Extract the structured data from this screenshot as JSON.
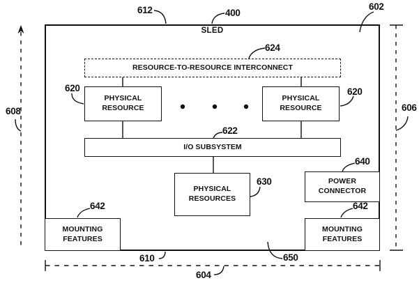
{
  "diagram": {
    "title": "SLED",
    "boxes": {
      "interconnect": {
        "label": "RESOURCE-TO-RESOURCE INTERCONNECT",
        "ref": "624"
      },
      "physical_resource_left": {
        "label": "PHYSICAL\nRESOURCE",
        "ref": "620"
      },
      "physical_resource_right": {
        "label": "PHYSICAL\nRESOURCE",
        "ref": "620"
      },
      "io_subsystem": {
        "label": "I/O SUBSYSTEM",
        "ref": "622"
      },
      "physical_resources": {
        "label": "PHYSICAL\nRESOURCES",
        "ref": "630"
      },
      "power_connector": {
        "label": "POWER\nCONNECTOR",
        "ref": "640"
      },
      "mounting_features_left": {
        "label": "MOUNTING\nFEATURES",
        "ref": "642"
      },
      "mounting_features_right": {
        "label": "MOUNTING\nFEATURES",
        "ref": "642"
      }
    },
    "refs": {
      "figure": "400",
      "sled_top_edge": "612",
      "sled_top_right_corner": "602",
      "sled_bottom_edge": "610",
      "sled_bottom_wall": "650",
      "width_dimension": "604",
      "height_dimension_left": "608",
      "height_dimension_right": "606"
    },
    "icons": {
      "ellipsis": "horizontal-ellipsis-dots",
      "up_arrow": "up-arrow"
    },
    "colors": {
      "line": "#111111",
      "background": "#ffffff"
    }
  }
}
